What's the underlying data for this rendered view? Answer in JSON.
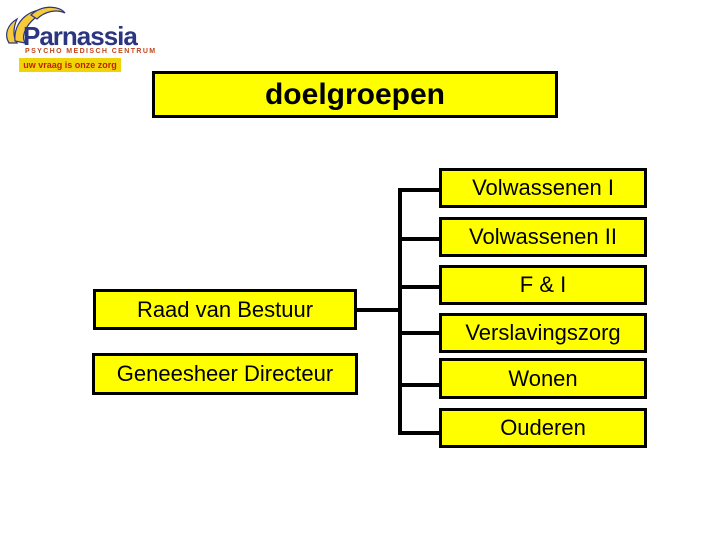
{
  "logo": {
    "brand": "Parnassia",
    "subtitle": "PSYCHO  MEDISCH  CENTRUM",
    "tagline": "uw vraag is onze zorg",
    "colors": {
      "brand_navy": "#2b3580",
      "subtitle_red": "#c2451c",
      "tagline_bg": "#f0d409",
      "tagline_red": "#c22000",
      "swoosh_yellow": "#f5cb3c"
    }
  },
  "slide": {
    "title": "doelgroepen",
    "background": "#ffffff"
  },
  "diagram": {
    "node_bg": "#ffff00",
    "node_border": "#000000",
    "line_color": "#000000",
    "left_nodes": [
      {
        "label": "Raad van Bestuur"
      },
      {
        "label": "Geneesheer Directeur"
      }
    ],
    "right_nodes": [
      {
        "label": "Volwassenen I"
      },
      {
        "label": "Volwassenen II"
      },
      {
        "label": "F & I"
      },
      {
        "label": "Verslavingszorg"
      },
      {
        "label": "Wonen"
      },
      {
        "label": "Ouderen"
      }
    ],
    "edges": [
      {
        "from": "Raad van Bestuur",
        "to": "Volwassenen I"
      },
      {
        "from": "Raad van Bestuur",
        "to": "Volwassenen II"
      },
      {
        "from": "Raad van Bestuur",
        "to": "F & I"
      },
      {
        "from": "Raad van Bestuur",
        "to": "Verslavingszorg"
      },
      {
        "from": "Raad van Bestuur",
        "to": "Wonen"
      },
      {
        "from": "Raad van Bestuur",
        "to": "Ouderen"
      }
    ]
  }
}
